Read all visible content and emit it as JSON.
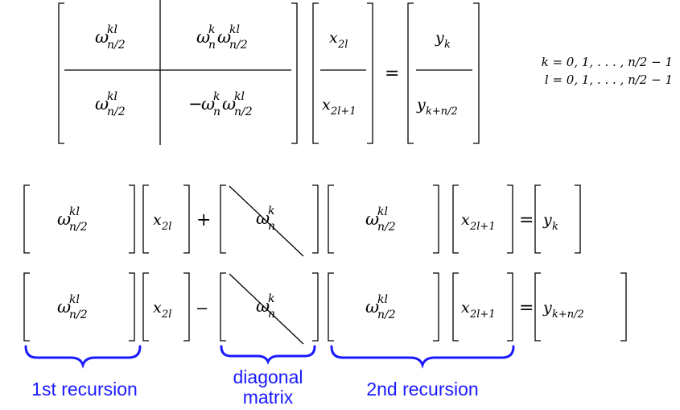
{
  "top": {
    "blocks": {
      "b11": {
        "base": "ω",
        "sup": "kl",
        "sub": "n/2"
      },
      "b12": {
        "pre_base": "ω",
        "pre_sup": "k",
        "pre_sub": "n",
        "base": "ω",
        "sup": "kl",
        "sub": "n/2"
      },
      "b21": {
        "base": "ω",
        "sup": "kl",
        "sub": "n/2"
      },
      "b22": {
        "sign": "−",
        "pre_base": "ω",
        "pre_sup": "k",
        "pre_sub": "n",
        "base": "ω",
        "sup": "kl",
        "sub": "n/2"
      }
    },
    "x_top": {
      "base": "x",
      "sub": "2l"
    },
    "x_bottom": {
      "base": "x",
      "sub": "2l+1"
    },
    "equals": "=",
    "y_top": {
      "base": "y",
      "sub": "k"
    },
    "y_bottom": {
      "base": "y",
      "sub": "k+n/2"
    }
  },
  "ranges": {
    "line1": "k = 0, 1, . . . , n/2 − 1",
    "line2": "l = 0, 1, . . . , n/2 − 1"
  },
  "rows": [
    {
      "m1": {
        "base": "ω",
        "sup": "kl",
        "sub": "n/2"
      },
      "x1": {
        "base": "x",
        "sub": "2l"
      },
      "op": "+",
      "d": {
        "base": "ω",
        "sup": "k",
        "sub": "n"
      },
      "m2": {
        "base": "ω",
        "sup": "kl",
        "sub": "n/2"
      },
      "x2": {
        "base": "x",
        "sub": "2l+1"
      },
      "equals": "=",
      "y": {
        "base": "y",
        "sub": "k"
      }
    },
    {
      "m1": {
        "base": "ω",
        "sup": "kl",
        "sub": "n/2"
      },
      "x1": {
        "base": "x",
        "sub": "2l"
      },
      "op": "–",
      "d": {
        "base": "ω",
        "sup": "k",
        "sub": "n"
      },
      "m2": {
        "base": "ω",
        "sup": "kl",
        "sub": "n/2"
      },
      "x2": {
        "base": "x",
        "sub": "2l+1"
      },
      "equals": "=",
      "y": {
        "base": "y",
        "sub": "k+n/2"
      }
    }
  ],
  "annotations": {
    "first": "1st recursion",
    "diag_line1": "diagonal",
    "diag_line2": "matrix",
    "second": "2nd recursion"
  },
  "colors": {
    "ink": "#000000",
    "accent": "#1a1aff"
  }
}
